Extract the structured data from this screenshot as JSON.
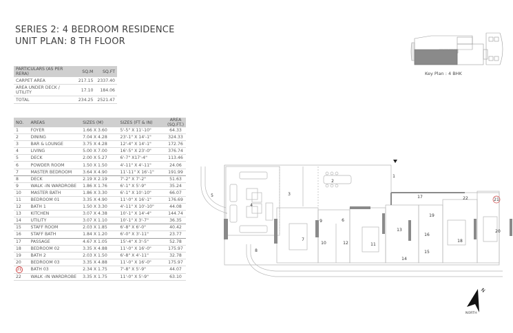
{
  "header": {
    "title_line1": "SERIES 2: 4 BEDROOM RESIDENCE",
    "title_line2": "UNIT PLAN: 8 TH FLOOR"
  },
  "summary_table": {
    "columns": [
      "PARTICULARS (AS PER RERA)",
      "SQ.M",
      "SQ.FT"
    ],
    "rows": [
      {
        "label": "CARPET AREA",
        "sqm": "217.15",
        "sqft": "2337.40"
      },
      {
        "label": "AREA UNDER DECK / UTILITY",
        "sqm": "17.10",
        "sqft": "184.06"
      },
      {
        "label": "TOTAL",
        "sqm": "234.25",
        "sqft": "2521.47"
      }
    ]
  },
  "areas_table": {
    "columns": [
      "NO.",
      "AREAS",
      "SIZES (M)",
      "SIZES (FT & IN)",
      "AREA (SQ.FT.)"
    ],
    "rows": [
      {
        "no": "1",
        "area": "FOYER",
        "size_m": "1.66 X 3.60",
        "size_ft": "5'-5\" X 11'-10\"",
        "sqft": "64.33"
      },
      {
        "no": "2",
        "area": "DINING",
        "size_m": "7.04 X 4.28",
        "size_ft": "23'-1\" X 14'-1\"",
        "sqft": "324.33"
      },
      {
        "no": "3",
        "area": "BAR & LOUNGE",
        "size_m": "3.75 X 4.28",
        "size_ft": "12'-4\" X 14'-1\"",
        "sqft": "172.76"
      },
      {
        "no": "4",
        "area": "LIVING",
        "size_m": "5.00 X 7.00",
        "size_ft": "16'-5\" X 23'-0\"",
        "sqft": "376.74"
      },
      {
        "no": "5",
        "area": "DECK",
        "size_m": "2.00 X 5.27",
        "size_ft": "6'-7\" X17'-4\"",
        "sqft": "113.46"
      },
      {
        "no": "6",
        "area": "POWDER ROOM",
        "size_m": "1.50 X 1.50",
        "size_ft": "4'-11\" X 4'-11\"",
        "sqft": "24.06"
      },
      {
        "no": "7",
        "area": "MASTER BEDROOM",
        "size_m": "3.64 X 4.90",
        "size_ft": "11'-11\" X 16'-1\"",
        "sqft": "191.99"
      },
      {
        "no": "8",
        "area": "DECK",
        "size_m": "2.19 X 2.19",
        "size_ft": "7'-2\" X 7'-2\"",
        "sqft": "51.63"
      },
      {
        "no": "9",
        "area": "WALK -IN WARDROBE",
        "size_m": "1.86 X 1.76",
        "size_ft": "6'-1\" X 5'-9\"",
        "sqft": "35.24"
      },
      {
        "no": "10",
        "area": "MASTER BATH",
        "size_m": "1.86 X 3.30",
        "size_ft": "6'-1\" X 10'-10\"",
        "sqft": "66.07"
      },
      {
        "no": "11",
        "area": "BEDROOM 01",
        "size_m": "3.35 X 4.90",
        "size_ft": "11'-0\" X 16'-1\"",
        "sqft": "176.69"
      },
      {
        "no": "12",
        "area": "BATH 1",
        "size_m": "1.50 X 3.30",
        "size_ft": "4'-11\" X 10'-10\"",
        "sqft": "44.08"
      },
      {
        "no": "13",
        "area": "KITCHEN",
        "size_m": "3.07 X 4.38",
        "size_ft": "10'-1\" X 14'-4\"",
        "sqft": "144.74"
      },
      {
        "no": "14",
        "area": "UTILITY",
        "size_m": "3.07 X 1.10",
        "size_ft": "10'-1\" X 3'-7\"",
        "sqft": "36.35"
      },
      {
        "no": "15",
        "area": "STAFF ROOM",
        "size_m": "2.03 X 1.85",
        "size_ft": "6'-8\" X 6'-0\"",
        "sqft": "40.42"
      },
      {
        "no": "16",
        "area": "STAFF BATH",
        "size_m": "1.84 X 1.20",
        "size_ft": "6'-0\" X 3'-11\"",
        "sqft": "23.77"
      },
      {
        "no": "17",
        "area": "PASSAGE",
        "size_m": "4.67 X 1.05",
        "size_ft": "15'-4\" X 3'-5\"",
        "sqft": "52.78"
      },
      {
        "no": "18",
        "area": "BEDROOM 02",
        "size_m": "3.35 X 4.88",
        "size_ft": "11'-0\" X 16'-0\"",
        "sqft": "175.97"
      },
      {
        "no": "19",
        "area": "BATH 2",
        "size_m": "2.03 X 1.50",
        "size_ft": "6'-8\" X 4'-11\"",
        "sqft": "32.78"
      },
      {
        "no": "20",
        "area": "BEDROOM 03",
        "size_m": "3.35 X 4.88",
        "size_ft": "11'-0\" X 16'-0\"",
        "sqft": "175.97"
      },
      {
        "no": "21",
        "area": "BATH 03",
        "size_m": "2.34 X 1.75",
        "size_ft": "7'-8\" X 5'-9\"",
        "sqft": "44.07"
      },
      {
        "no": "22",
        "area": "WALK -IN WARDROBE",
        "size_m": "3.35 X 1.75",
        "size_ft": "11'-0\" X 5'-9\"",
        "sqft": "63.10"
      }
    ]
  },
  "key_plan": {
    "label": "Key Plan : 4 BHK"
  },
  "floor_plan": {
    "room_numbers": [
      "1",
      "2",
      "3",
      "4",
      "5",
      "6",
      "7",
      "8",
      "9",
      "10",
      "11",
      "12",
      "13",
      "14",
      "15",
      "16",
      "17",
      "18",
      "19",
      "20",
      "21",
      "22"
    ],
    "highlight_color": "#d04545"
  },
  "compass": {
    "label": "NORTH",
    "letter": "N"
  }
}
